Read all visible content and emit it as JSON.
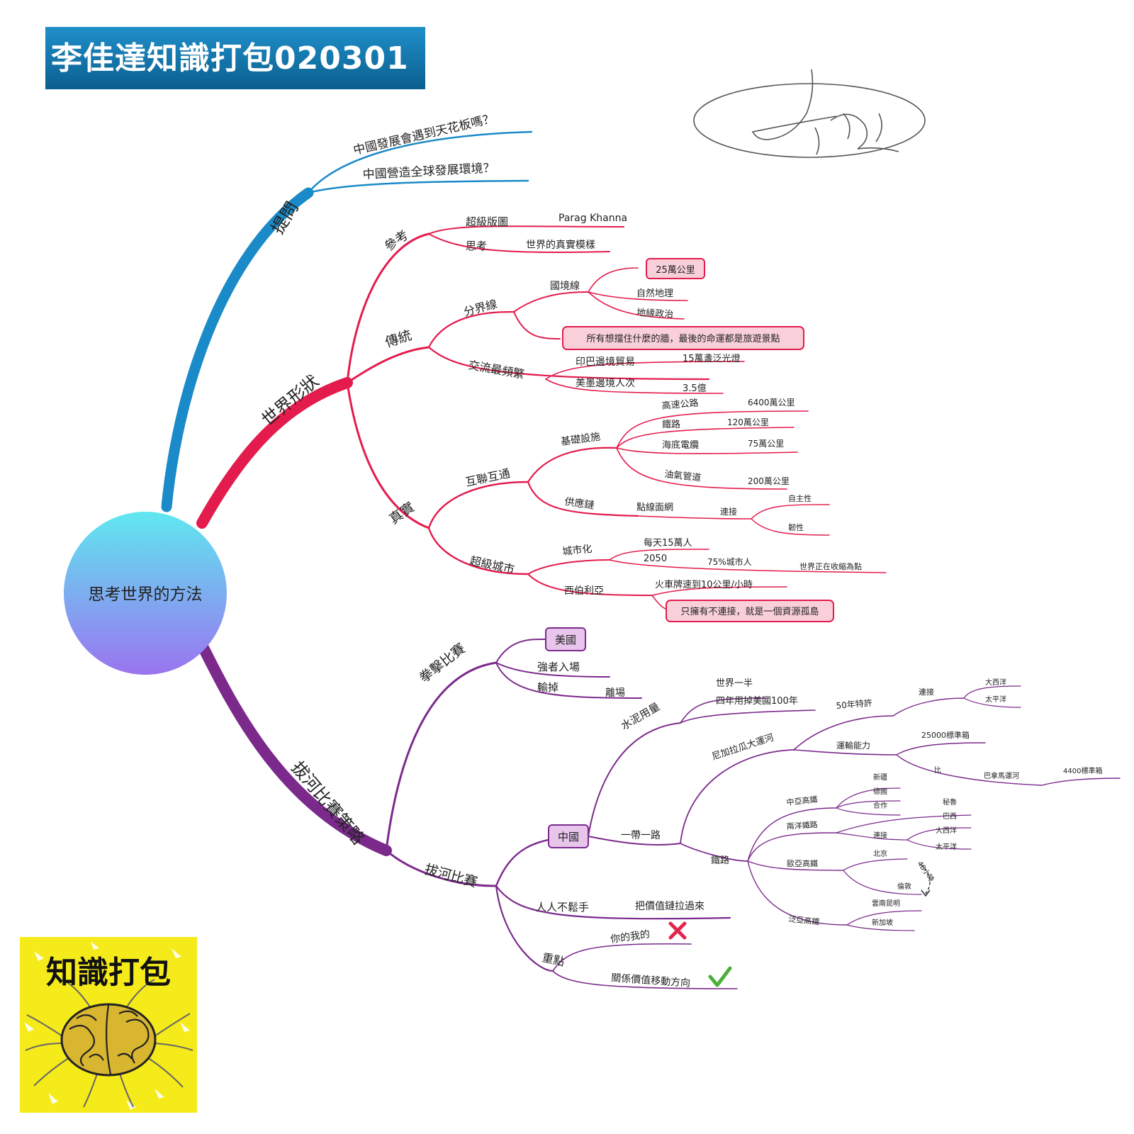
{
  "title": "李佳達知識打包020301",
  "logo_text": "知識打包",
  "colors": {
    "blue": "#1b8ac8",
    "red": "#e31c4d",
    "purple": "#7b2a8c",
    "box_red_fill": "#f9d0da",
    "box_purple_fill": "#e8c6ec"
  },
  "center": "思考世界的方法",
  "branches": {
    "tiwen": {
      "label": "提問",
      "q1": "中國發展會遇到天花板嗎？",
      "q2": "中國營造全球發展環境？"
    },
    "shijie": {
      "label": "世界形狀",
      "cankao": {
        "label": "參考",
        "chaoji": "超級版圖",
        "parag": "Parag Khanna",
        "sikao": "思考",
        "zhenshi": "世界的真實模樣"
      },
      "chuantong": {
        "label": "傳統",
        "fenjie": "分界線",
        "guojing": "國境線",
        "km25": "25萬公里",
        "ziran": "自然地理",
        "diyuan": "地緣政治",
        "wall": "所有想擋住什麼的牆，最後的命運都是旅遊景點",
        "jiaoliu": "交流最頻繁",
        "yinba": "印巴邊境貿易",
        "deng": "15萬盞泛光燈",
        "meimo": "美墨邊境人次",
        "yi35": "3.5億"
      },
      "zhenshi": {
        "label": "真實",
        "hulian": "互聯互通",
        "jichu": "基礎設施",
        "gaosu": "高速公路",
        "gaosu_v": "6400萬公里",
        "tielu": "鐵路",
        "tielu_v": "120萬公里",
        "haidi": "海底電纜",
        "haidi_v": "75萬公里",
        "youqi": "油氣管道",
        "youqi_v": "200萬公里",
        "gongying": "供應鏈",
        "dianxian": "點線面網",
        "lianjie": "連接",
        "zizhu": "自主性",
        "renxing": "韌性",
        "chaoji": "超級城市",
        "chengshi": "城市化",
        "meitian": "每天15萬人",
        "y2050": "2050",
        "pct75": "75%城市人",
        "shoulian": "世界正在收縮為點",
        "xibo": "西伯利亞",
        "huoche": "火車牌速到10公里/小時",
        "zhiyou": "只擁有不連接，就是一個資源孤島"
      }
    },
    "bahe": {
      "label": "拔河比賽策略",
      "quanji": {
        "label": "拳擊比賽",
        "meiguo": "美國",
        "qiangzhe": "強者入場",
        "shudiao": "輸掉",
        "lichang": "離場"
      },
      "bahe": {
        "label": "拔河比賽",
        "zhongguo": "中國",
        "shuini": "水泥用量",
        "banshijie": "世界一半",
        "sinian": "四年用掉美國100年",
        "yidai": "一帶一路",
        "nijia": "尼加拉瓜大運河",
        "te50": "50年特許",
        "lianjie": "連接",
        "daxi": "大西洋",
        "taiping": "太平洋",
        "yunshu": "運輸能力",
        "box25000": "25000標準箱",
        "bi": "比",
        "banama": "巴拿馬運河",
        "box4400": "4400標準箱",
        "tielu": "鐵路",
        "zhongya": "中亞高鐵",
        "xinjiang": "新疆",
        "deguo": "德國",
        "hezuo": "合作",
        "liangyang": "兩洋鐵路",
        "bilu": "秘魯",
        "baxi": "巴西",
        "lj2": "連接",
        "daxi2": "大西洋",
        "taiping2": "太平洋",
        "ouya": "歐亞高鐵",
        "beijing": "北京",
        "hours48": "48小時",
        "lundun": "倫敦",
        "fanya": "泛亞高鐵",
        "kunming": "雲南昆明",
        "xinjiapo": "新加坡",
        "renren": "人人不鬆手",
        "jiazhi": "把價值鏈拉過來",
        "zhongdian": "重點",
        "nide": "你的我的",
        "guanxi": "關係價值移動方向"
      }
    }
  }
}
